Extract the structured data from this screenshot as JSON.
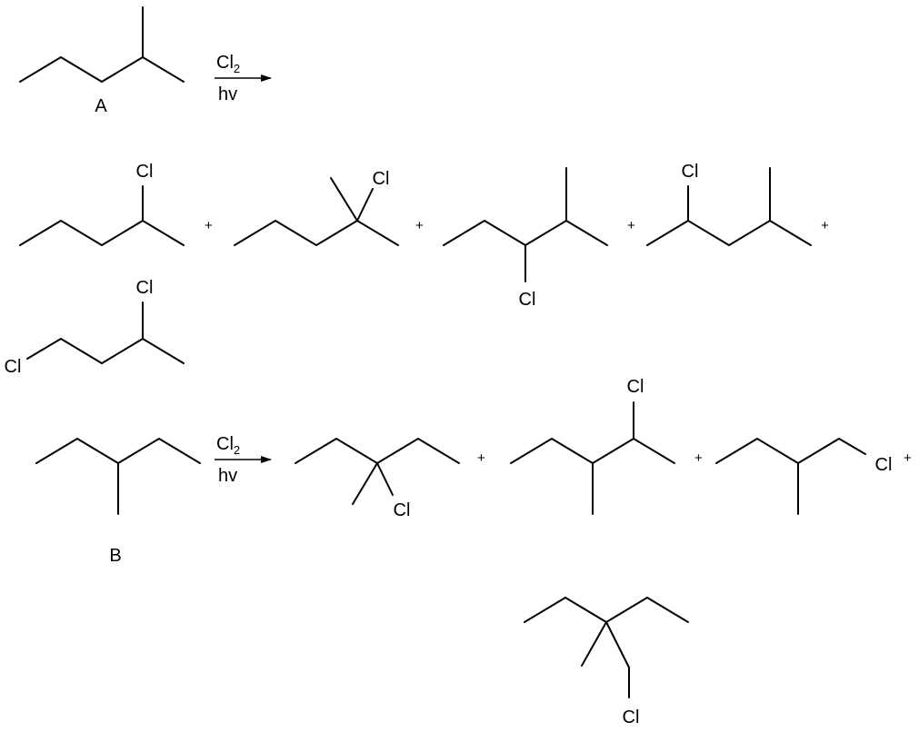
{
  "reaction_a": {
    "reactant_label": "A",
    "reagent_symbol": "Cl",
    "reagent_subscript": "2",
    "condition": "hv",
    "products": [
      {
        "halogens": [
          "Cl"
        ]
      },
      {
        "halogens": [
          "Cl"
        ]
      },
      {
        "halogens": [
          "Cl"
        ]
      },
      {
        "halogens": [
          "Cl"
        ]
      },
      {
        "halogens": [
          "Cl",
          "Cl"
        ]
      }
    ]
  },
  "reaction_b": {
    "reactant_label": "B",
    "reagent_symbol": "Cl",
    "reagent_subscript": "2",
    "condition": "hv",
    "products": [
      {
        "halogens": [
          "Cl"
        ]
      },
      {
        "halogens": [
          "Cl"
        ]
      },
      {
        "halogens": [
          "Cl"
        ]
      },
      {
        "halogens": [
          "Cl"
        ]
      }
    ]
  },
  "plus_sign": "+"
}
